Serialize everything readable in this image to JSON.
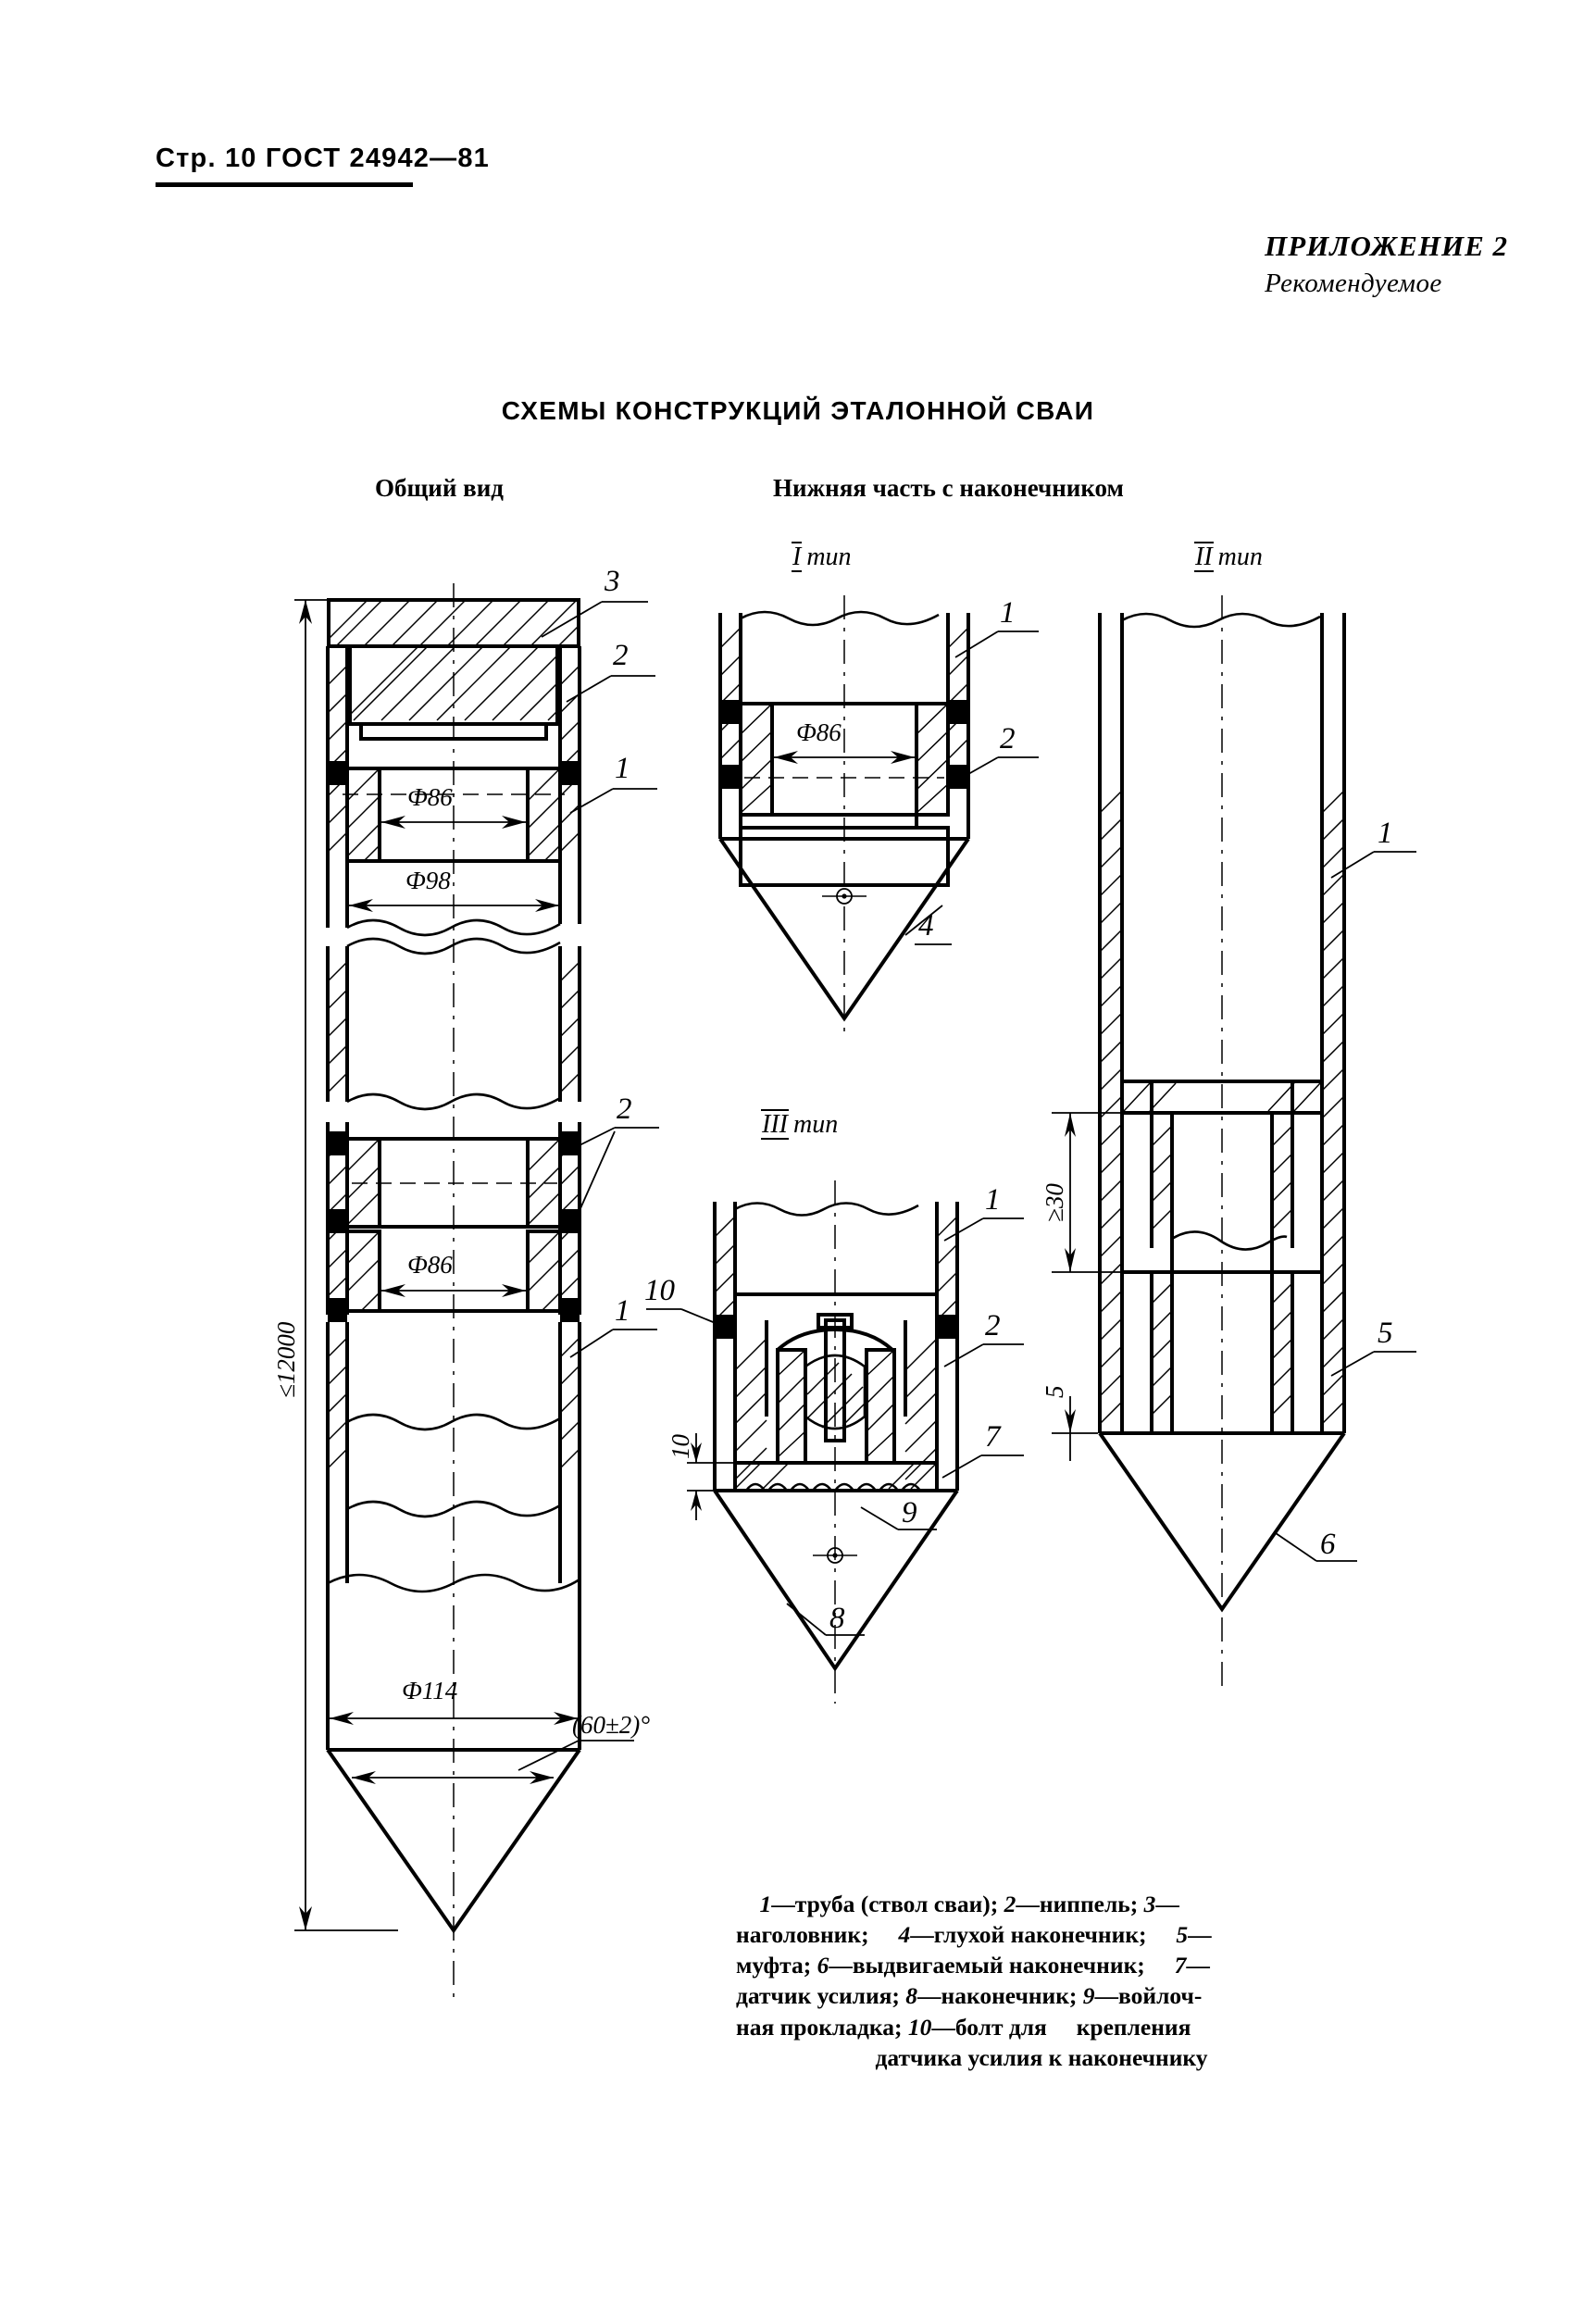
{
  "header": {
    "page_label": "Стр. 10",
    "standard": "ГОСТ 24942—81",
    "full": "Стр. 10  ГОСТ 24942—81"
  },
  "appendix": {
    "title": "ПРИЛОЖЕНИЕ 2",
    "subtitle": "Рекомендуемое"
  },
  "main_title": "СХЕМЫ КОНСТРУКЦИЙ ЭТАЛОННОЙ СВАИ",
  "columns": {
    "left_heading": "Общий вид",
    "right_heading": "Нижняя часть с наконечником"
  },
  "type_captions": {
    "type1_roman": "I",
    "type1_word": "тип",
    "type2_roman": "II",
    "type2_word": "тип",
    "type3_roman": "III",
    "type3_word": "тип"
  },
  "general_view": {
    "dim_length": "≤12000",
    "dim_bore_top": "Ф86",
    "dim_outer_top": "Ф98",
    "dim_bore_mid": "Ф86",
    "dim_outer_bottom": "Ф114",
    "cone_angle": "(60±2)°",
    "callouts": [
      "3",
      "2",
      "1",
      "2",
      "1"
    ]
  },
  "type1_view": {
    "dim_bore": "Ф86",
    "callouts": [
      "1",
      "2",
      "4"
    ]
  },
  "type2_view": {
    "dim_gap": "≥30",
    "dim_small": "5",
    "callouts": [
      "1",
      "5",
      "6"
    ]
  },
  "type3_view": {
    "dim_bolt": "10",
    "callouts": [
      "10",
      "1",
      "2",
      "7",
      "9",
      "8"
    ]
  },
  "legend": {
    "line1_a": "1",
    "line1_b": "—труба (ствол сваи); ",
    "line1_c": "2",
    "line1_d": "—ниппель; ",
    "line1_e": "3",
    "line1_f": "—",
    "line2_a": "наголовник;　 ",
    "line2_b": "4",
    "line2_c": "—глухой наконечник;　 ",
    "line2_d": "5",
    "line2_e": "—",
    "line3_a": "муфта; ",
    "line3_b": "6",
    "line3_c": "—выдвигаемый наконечник;　 ",
    "line3_d": "7",
    "line3_e": "—",
    "line4_a": "датчик усилия; ",
    "line4_b": "8",
    "line4_c": "—наконечник; ",
    "line4_d": "9",
    "line4_e": "—войлоч-",
    "line5_a": "ная прокладка; ",
    "line5_b": "10",
    "line5_c": "—болт для　 крепления",
    "line6": "датчика усилия к наконечнику",
    "full_text": "1—труба (ствол сваи); 2—ниппель; 3—наголовник; 4—глухой наконечник; 5—муфта; 6—выдвигаемый наконечник; 7—датчик усилия; 8—наконечник; 9—войлочная прокладка; 10—болт для крепления датчика усилия к наконечнику"
  },
  "colors": {
    "ink": "#000000",
    "paper": "#ffffff"
  }
}
